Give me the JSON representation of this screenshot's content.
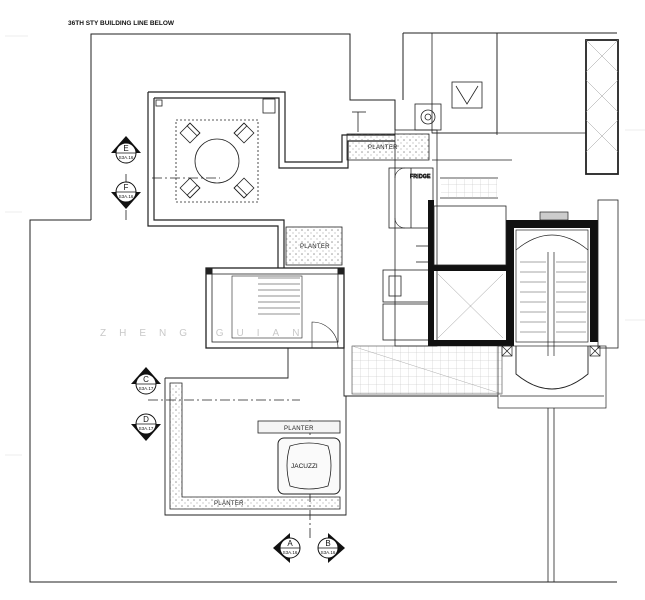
{
  "header": {
    "building_line": "36TH STY BUILDING LINE BELOW"
  },
  "labels": {
    "planter_top": "PLANTER",
    "planter_mid": "PLANTER",
    "planter_jacuzzi": "PLANTER",
    "planter_bottom": "PLANTER",
    "fridge": "FRIDGE",
    "jacuzzi": "JACUZZI"
  },
  "watermark": "ZHENG      GUIAN",
  "section_tags": [
    {
      "id": "tag-e",
      "letter": "E",
      "sheet": "S3A.16"
    },
    {
      "id": "tag-f",
      "letter": "F",
      "sheet": "S3A.16"
    },
    {
      "id": "tag-c",
      "letter": "C",
      "sheet": "S3A.17"
    },
    {
      "id": "tag-d",
      "letter": "D",
      "sheet": "S3A.17"
    },
    {
      "id": "tag-a",
      "letter": "A",
      "sheet": "S3A.16"
    },
    {
      "id": "tag-b",
      "letter": "B",
      "sheet": "S3A.16"
    }
  ]
}
